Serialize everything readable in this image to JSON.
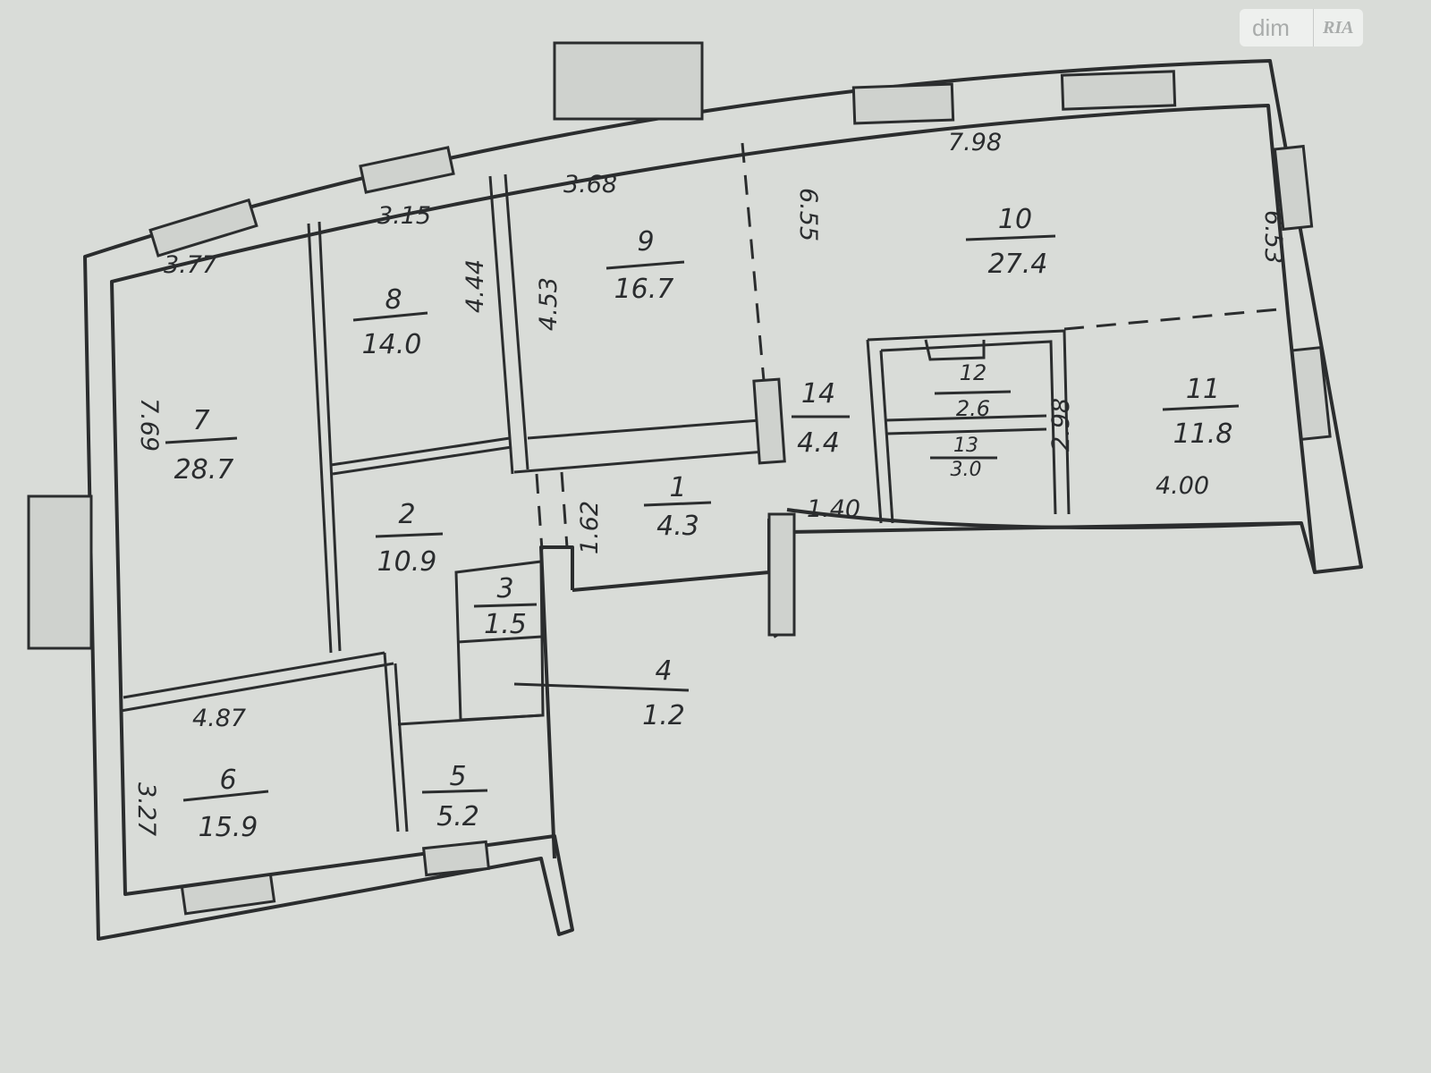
{
  "watermark": {
    "left": "dim",
    "right": "RIA"
  },
  "rooms": [
    {
      "id": "1",
      "area": "4.3"
    },
    {
      "id": "2",
      "area": "10.9"
    },
    {
      "id": "3",
      "area": "1.5"
    },
    {
      "id": "4",
      "area": "1.2"
    },
    {
      "id": "5",
      "area": "5.2"
    },
    {
      "id": "6",
      "area": "15.9"
    },
    {
      "id": "7",
      "area": "28.7"
    },
    {
      "id": "8",
      "area": "14.0"
    },
    {
      "id": "9",
      "area": "16.7"
    },
    {
      "id": "10",
      "area": "27.4"
    },
    {
      "id": "11",
      "area": "11.8"
    },
    {
      "id": "12",
      "area": "2.6"
    },
    {
      "id": "13",
      "area": "3.0"
    },
    {
      "id": "14",
      "area": "4.4"
    }
  ],
  "dimensions": [
    "7.98",
    "3.68",
    "3.15",
    "3.77",
    "6.55",
    "6.53",
    "4.44",
    "4.53",
    "7.69",
    "2.98",
    "4.00",
    "1.40",
    "1.62",
    "4.87",
    "3.27"
  ]
}
